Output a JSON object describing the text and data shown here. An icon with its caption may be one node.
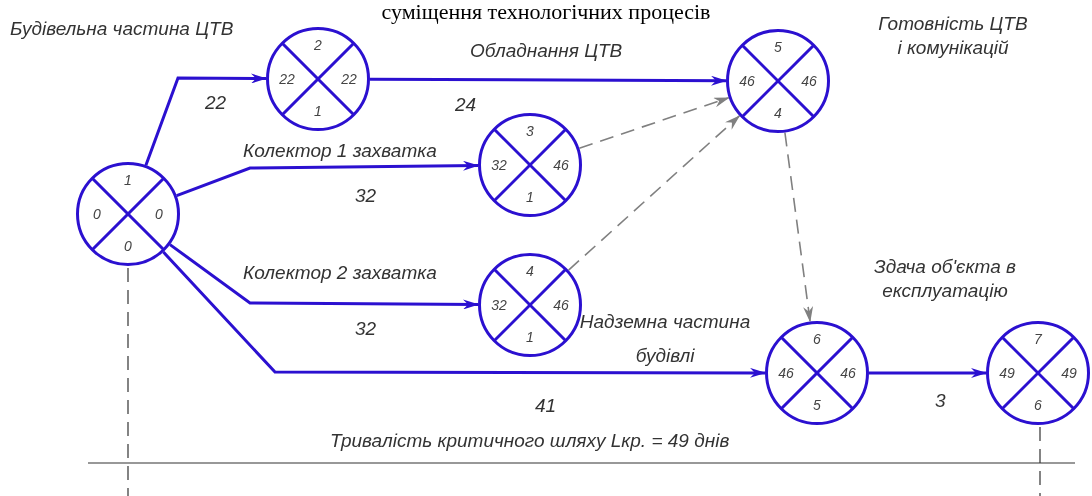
{
  "diagram": {
    "title": "суміщення технологічних процесів",
    "nodes": [
      {
        "text": [
          "1",
          "0",
          "0",
          "0"
        ]
      },
      {
        "text": [
          "2",
          "22",
          "22",
          "1"
        ]
      },
      {
        "text": [
          "3",
          "32",
          "46",
          "1"
        ]
      },
      {
        "text": [
          "4",
          "32",
          "46",
          "1"
        ]
      },
      {
        "text": [
          "5",
          "46",
          "46",
          "4"
        ],
        "beside": [
          "Готовність ЦТВ і комунікацій"
        ]
      },
      {
        "text": [
          "6",
          "46",
          "46",
          "5"
        ]
      },
      {
        "text": [
          "7",
          "49",
          "49",
          "6"
        ],
        "beside": [
          "Здача об'єкта в експлуатацію"
        ]
      }
    ],
    "edges": [
      {
        "from": 0,
        "to": 1,
        "arrow": "to",
        "label": "Будівельна частина ЦТВ"
      },
      {
        "from": 1,
        "to": 4,
        "arrow": "to",
        "label": "Обладнання ЦТВ"
      },
      {
        "from": 0,
        "to": 2,
        "arrow": "to",
        "label": "Колектор 1 захватка"
      },
      {
        "from": 0,
        "to": 3,
        "arrow": "to",
        "label": "Колектор 2 захватка"
      },
      {
        "from": 2,
        "to": 4,
        "arrow": "to",
        "style": "dashed",
        "color": "#808080"
      },
      {
        "from": 3,
        "to": 4,
        "arrow": "to",
        "style": "dashed",
        "color": "#808080"
      },
      {
        "from": 4,
        "to": 5,
        "arrow": "to",
        "style": "dashed",
        "color": "#808080"
      },
      {
        "from": 0,
        "to": 5,
        "arrow": "to",
        "label": "Надземна частина будівлі"
      },
      {
        "from": 5,
        "to": 6,
        "arrow": "to",
        "label": "3"
      }
    ],
    "labels": [
      "22",
      "24",
      "32",
      "32",
      "41",
      "Тривалість критичного шляху Lкр. = 49 днів"
    ]
  }
}
